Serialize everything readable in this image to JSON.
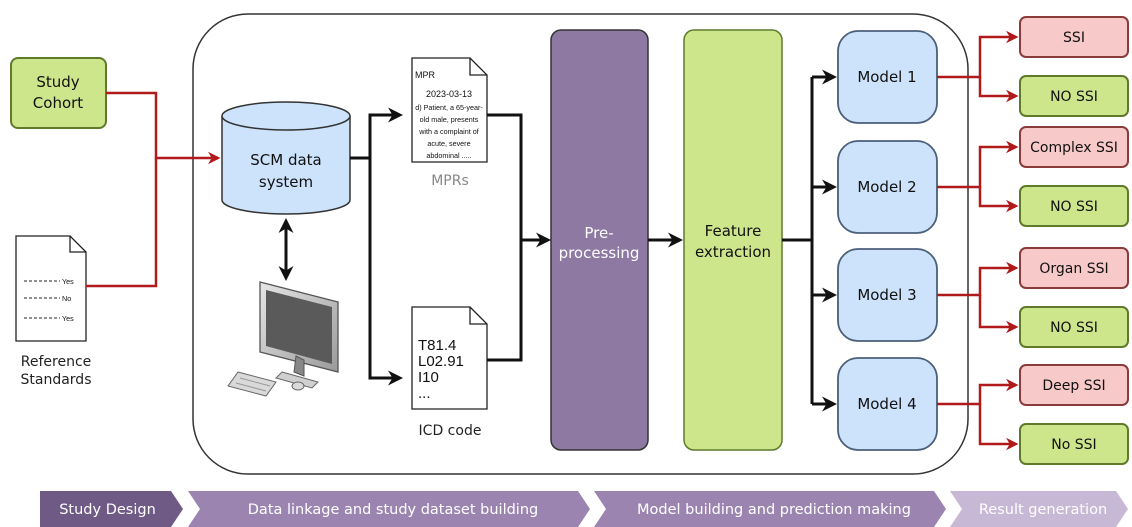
{
  "cohort": {
    "line1": "Study",
    "line2": "Cohort"
  },
  "reference": {
    "caption_line1": "Reference",
    "caption_line2": "Standards",
    "rows": [
      "Yes",
      "No",
      "Yes"
    ]
  },
  "database": {
    "line1": "SCM data",
    "line2": "system"
  },
  "mpr": {
    "header": "MPR",
    "date": "2023-03-13",
    "lines": [
      "d) Patient, a 65-year-",
      "old male, presents",
      "with a complaint of",
      "acute, severe",
      "abdominal ....."
    ],
    "caption": "MPRs"
  },
  "icd": {
    "lines": [
      "T81.4",
      "L02.91",
      "I10",
      "..."
    ],
    "caption": "ICD code"
  },
  "preprocessing": {
    "line1": "Pre-",
    "line2": "processing"
  },
  "feature": {
    "line1": "Feature",
    "line2": "extraction"
  },
  "models": [
    {
      "label": "Model 1",
      "outputs": [
        "SSI",
        "NO SSI"
      ]
    },
    {
      "label": "Model 2",
      "outputs": [
        "Complex SSI",
        "NO SSI"
      ]
    },
    {
      "label": "Model 3",
      "outputs": [
        "Organ SSI",
        "NO SSI"
      ]
    },
    {
      "label": "Model 4",
      "outputs": [
        "Deep SSI",
        "No SSI"
      ]
    }
  ],
  "steps": [
    "Study Design",
    "Data linkage and study dataset building",
    "Model building and prediction making",
    "Result generation"
  ],
  "colors": {
    "green_fill": "#cde68c",
    "green_stroke": "#5f7a2b",
    "red_fill": "#f8c9c9",
    "red_stroke": "#8a3c3c",
    "blue_fill": "#cde3fb",
    "blue_stroke": "#4b5f7a",
    "purple_fill": "#8e79a3",
    "red_line": "#b11a1a",
    "step_dark": "#6f5a86",
    "step_mid": "#9b85b0",
    "step_light": "#c7b8d6"
  }
}
